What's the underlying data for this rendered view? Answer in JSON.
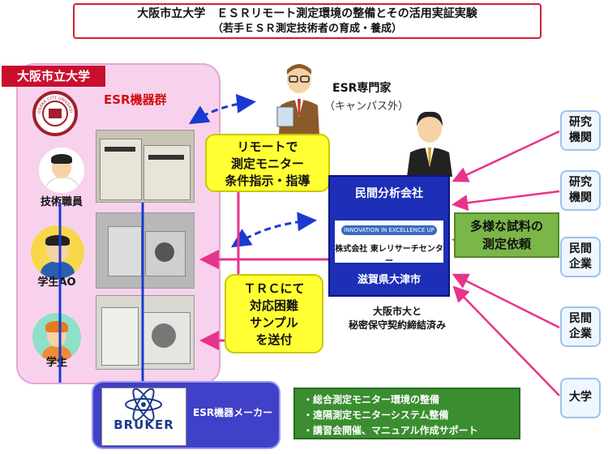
{
  "title": {
    "line1": "大阪市立大学　ＥＳＲリモート測定環境の整備とその活用実証実験",
    "line2": "（若手ＥＳＲ測定技術者の育成・養成）"
  },
  "university": {
    "label": "大阪市立大学",
    "seal_text": "OSAKA CITY UNIVERSITY",
    "equipment_label": "ESR機器群",
    "roles": [
      "技術職員",
      "学生AO",
      "学生"
    ]
  },
  "expert": {
    "title": "ESR専門家",
    "subtitle": "（キャンパス外）"
  },
  "callouts": {
    "remote_lines": [
      "リモートで",
      "測定モニター",
      "条件指示・指導"
    ],
    "trc_lines": [
      "ＴＲＣにて",
      "対応困難",
      "サンプル",
      "を送付"
    ]
  },
  "company": {
    "header": "民間分析会社",
    "tagline": "INNOVATION IN EXCELLENCE UP",
    "name": "株式会社 東レリサーチセンター",
    "location": "滋賀県大津市",
    "contract_lines": [
      "大阪市大と",
      "秘密保守契約締結済み"
    ]
  },
  "request": {
    "lines": [
      "多様な試料の",
      "測定依頼"
    ]
  },
  "clients": [
    {
      "lines": [
        "研究",
        "機関"
      ]
    },
    {
      "lines": [
        "研究",
        "機関"
      ]
    },
    {
      "lines": [
        "民間",
        "企業"
      ]
    },
    {
      "lines": [
        "民間",
        "企業"
      ]
    },
    {
      "lines": [
        "大学"
      ]
    }
  ],
  "maker": {
    "logo": "BRUKER",
    "label": "ESR機器メーカー"
  },
  "support_items": [
    "・総合測定モニター環境の整備",
    "・遠隔測定モニターシステム整備",
    "・講習会開催、マニュアル作成サポート"
  ],
  "colors": {
    "title_border": "#d02030",
    "university_red": "#c8102e",
    "panel_pink": "#f8d2ec",
    "callout_yellow": "#ffff33",
    "company_blue": "#1c2fb6",
    "request_green": "#7ab648",
    "support_green": "#3a8e2f",
    "maker_purple": "#4040c8",
    "arrow_pink": "#e8338a",
    "arrow_dashed_blue": "#1a3ad0"
  },
  "icons": [
    "university-seal",
    "professor-figure",
    "businessman-figure",
    "staff-avatar",
    "student-avatar",
    "bruker-atom-logo"
  ]
}
